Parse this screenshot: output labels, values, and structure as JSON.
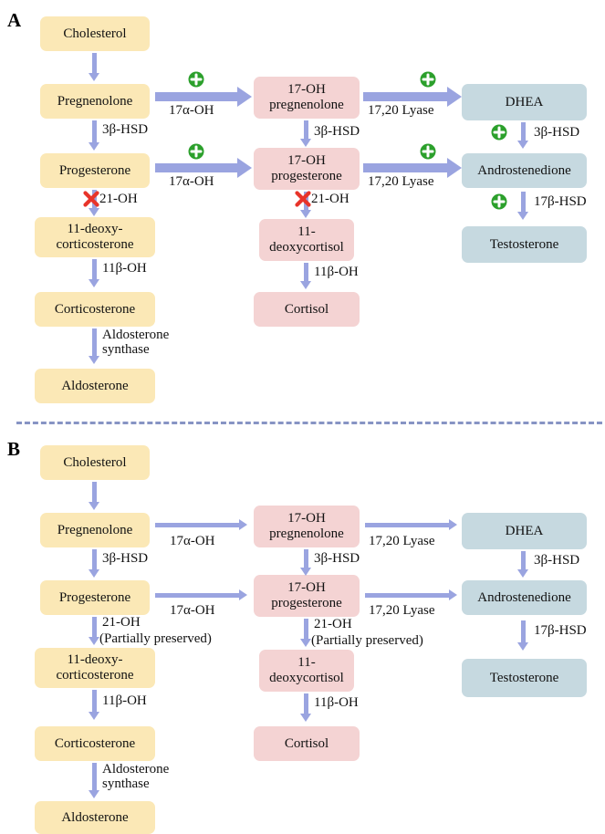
{
  "figure": {
    "panels": [
      {
        "id": "A",
        "label": "A",
        "arrow_style": "thick",
        "nodes": [
          {
            "key": "cholesterol",
            "label": "Cholesterol",
            "color": "yellow"
          },
          {
            "key": "pregnenolone",
            "label": "Pregnenolone",
            "color": "yellow"
          },
          {
            "key": "progesterone",
            "label": "Progesterone",
            "color": "yellow"
          },
          {
            "key": "deoxycorticosterone",
            "label": "11-deoxy-\ncorticosterone",
            "color": "yellow"
          },
          {
            "key": "corticosterone",
            "label": "Corticosterone",
            "color": "yellow"
          },
          {
            "key": "aldosterone",
            "label": "Aldosterone",
            "color": "yellow"
          },
          {
            "key": "oh_pregnenolone",
            "label": "17-OH\npregnenolone",
            "color": "pink"
          },
          {
            "key": "oh_progesterone",
            "label": "17-OH\nprogesterone",
            "color": "pink"
          },
          {
            "key": "deoxycortisol",
            "label": "11-\ndeoxycortisol",
            "color": "pink"
          },
          {
            "key": "cortisol",
            "label": "Cortisol",
            "color": "pink"
          },
          {
            "key": "dhea",
            "label": "DHEA",
            "color": "blue"
          },
          {
            "key": "androstenedione",
            "label": "Androstenedione",
            "color": "blue"
          },
          {
            "key": "testosterone",
            "label": "Testosterone",
            "color": "blue"
          }
        ],
        "enzymes": {
          "preg_to_17ohpreg": "17α-OH",
          "prog_to_17ohprog": "17α-OH",
          "preg_to_prog": "3β-HSD",
          "ohpreg_to_ohprog": "3β-HSD",
          "prog_to_doc": "21-OH",
          "ohprog_to_deoxycortisol": "21-OH",
          "doc_to_cortico": "11β-OH",
          "deoxycortisol_to_cortisol": "11β-OH",
          "cortico_to_aldo": "Aldosterone\nsynthase",
          "ohpreg_to_dhea": "17,20 Lyase",
          "ohprog_to_andro": "17,20 Lyase",
          "dhea_to_andro": "3β-HSD",
          "andro_to_testo": "17β-HSD"
        },
        "markers": {
          "plus_icon": "plus-circle-icon",
          "block_icon": "red-x-icon",
          "plus_on": [
            "preg_to_17ohpreg",
            "prog_to_17ohprog",
            "ohpreg_to_dhea",
            "ohprog_to_andro",
            "dhea_to_andro",
            "andro_to_testo"
          ],
          "blocked": [
            "prog_to_doc",
            "ohprog_to_deoxycortisol"
          ]
        }
      },
      {
        "id": "B",
        "label": "B",
        "arrow_style": "thin",
        "nodes": [
          {
            "key": "cholesterol",
            "label": "Cholesterol",
            "color": "yellow"
          },
          {
            "key": "pregnenolone",
            "label": "Pregnenolone",
            "color": "yellow"
          },
          {
            "key": "progesterone",
            "label": "Progesterone",
            "color": "yellow"
          },
          {
            "key": "deoxycorticosterone",
            "label": "11-deoxy-\ncorticosterone",
            "color": "yellow"
          },
          {
            "key": "corticosterone",
            "label": "Corticosterone",
            "color": "yellow"
          },
          {
            "key": "aldosterone",
            "label": "Aldosterone",
            "color": "yellow"
          },
          {
            "key": "oh_pregnenolone",
            "label": "17-OH\npregnenolone",
            "color": "pink"
          },
          {
            "key": "oh_progesterone",
            "label": "17-OH\nprogesterone",
            "color": "pink"
          },
          {
            "key": "deoxycortisol",
            "label": "11-\ndeoxycortisol",
            "color": "pink"
          },
          {
            "key": "cortisol",
            "label": "Cortisol",
            "color": "pink"
          },
          {
            "key": "dhea",
            "label": "DHEA",
            "color": "blue"
          },
          {
            "key": "androstenedione",
            "label": "Androstenedione",
            "color": "blue"
          },
          {
            "key": "testosterone",
            "label": "Testosterone",
            "color": "blue"
          }
        ],
        "enzymes": {
          "preg_to_17ohpreg": "17α-OH",
          "prog_to_17ohprog": "17α-OH",
          "preg_to_prog": "3β-HSD",
          "ohpreg_to_ohprog": "3β-HSD",
          "prog_to_doc": "21-OH",
          "prog_to_doc_note": "(Partially preserved)",
          "ohprog_to_deoxycortisol": "21-OH",
          "ohprog_to_deoxycortisol_note": "(Partially preserved)",
          "doc_to_cortico": "11β-OH",
          "deoxycortisol_to_cortisol": "11β-OH",
          "cortico_to_aldo": "Aldosterone\nsynthase",
          "ohpreg_to_dhea": "17,20 Lyase",
          "ohprog_to_andro": "17,20 Lyase",
          "dhea_to_andro": "3β-HSD",
          "andro_to_testo": "17β-HSD"
        },
        "markers": {
          "plus_on": [],
          "blocked": []
        }
      }
    ],
    "colors": {
      "yellow": "#fbe8b6",
      "pink": "#f4d3d3",
      "blue": "#c6d9e0",
      "arrow": "#9aa4e0",
      "plus": "#2ca02c",
      "block": "#e8342a",
      "divider": "#8794c4"
    }
  }
}
